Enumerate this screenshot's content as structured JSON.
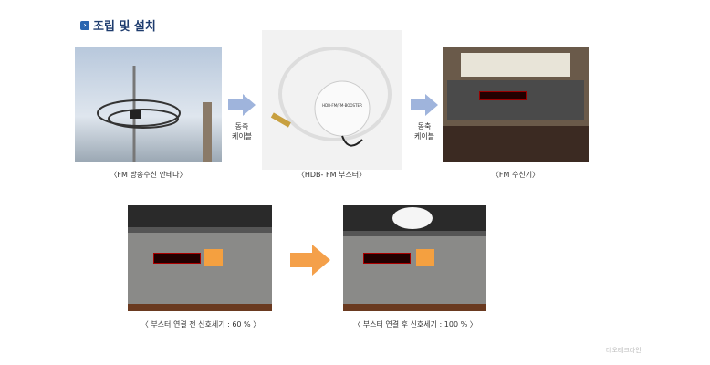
{
  "title": "조립 및 설치",
  "captions": {
    "antenna": "〈FM 방송수신 안테나〉",
    "booster": "〈HDB- FM   부스터〉",
    "receiver": "〈FM 수신기〉",
    "before": "〈 부스터 연결 전 신호세기 : 60 % 〉",
    "after": "〈 부스터 연결 후 신호세기 : 100 % 〉"
  },
  "cable_label_1": "동축",
  "cable_label_2": "케이블",
  "booster_text": "HDB-FM/FM-BOOSTER",
  "watermark": "데오테크라인",
  "colors": {
    "title": "#1e3c6e",
    "arrow_blue": "#9fb4dc",
    "arrow_orange": "#f4a04a"
  }
}
